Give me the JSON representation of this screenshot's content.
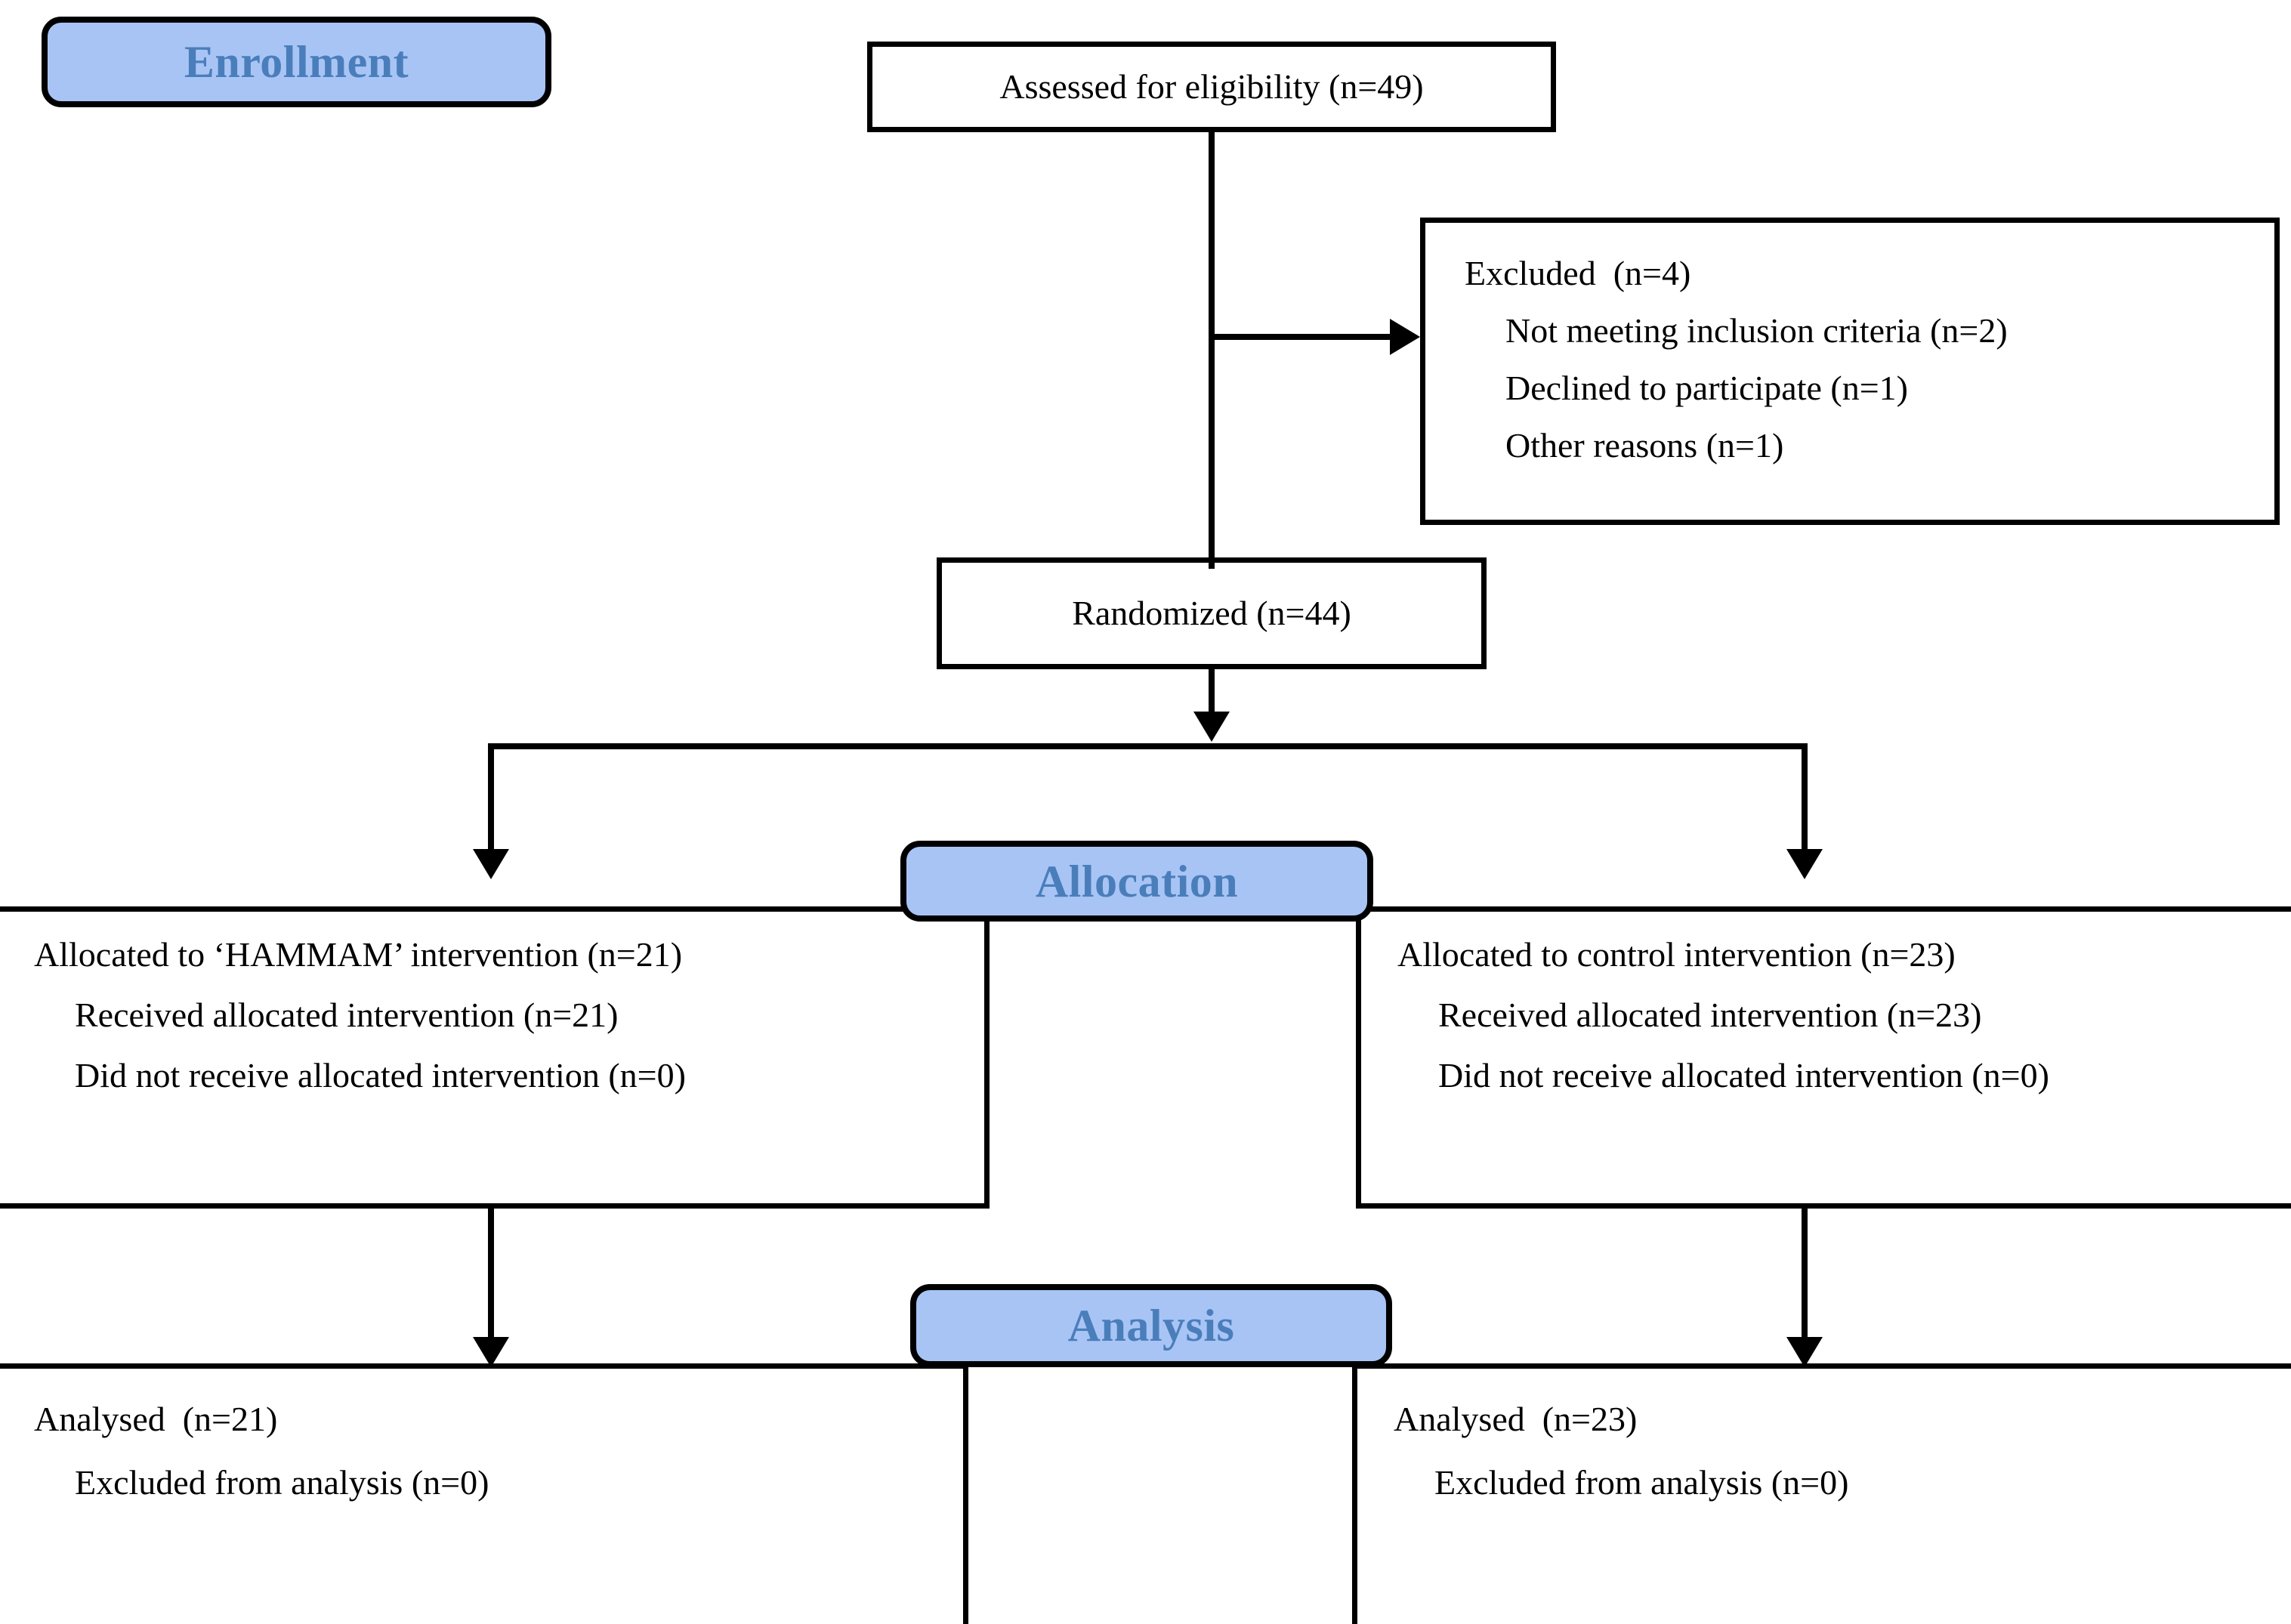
{
  "diagram": {
    "title": "CONSORT participant flow diagram",
    "colors": {
      "badge_fill": "#a8c4f5",
      "badge_text": "#4a7eba",
      "box_border": "#000000",
      "box_fill": "#ffffff",
      "connector": "#000000"
    }
  },
  "stages": {
    "enrollment": "Enrollment",
    "allocation": "Allocation",
    "analysis": "Analysis"
  },
  "boxes": {
    "eligibility": {
      "text": "Assessed for eligibility (n=49)",
      "n": 49
    },
    "excluded": {
      "heading": "Excluded  (n=4)",
      "n": 4,
      "reasons": [
        "Not meeting inclusion criteria (n=2)",
        "Declined to participate (n=1)",
        "Other reasons (n=1)"
      ]
    },
    "randomized": {
      "text": "Randomized (n=44)",
      "n": 44
    },
    "allocation_left": {
      "heading": "Allocated to ‘HAMMAM’ intervention (n=21)",
      "n": 21,
      "details": [
        "Received allocated intervention (n=21)",
        "Did not receive allocated intervention (n=0)"
      ]
    },
    "allocation_right": {
      "heading": "Allocated to control intervention (n=23)",
      "n": 23,
      "details": [
        "Received allocated intervention (n=23)",
        "Did not receive allocated intervention (n=0)"
      ]
    },
    "analysis_left": {
      "heading": "Analysed  (n=21)",
      "n": 21,
      "details": [
        "Excluded from analysis (n=0)"
      ]
    },
    "analysis_right": {
      "heading": "Analysed  (n=23)",
      "n": 23,
      "details": [
        "Excluded from analysis (n=0)"
      ]
    }
  }
}
